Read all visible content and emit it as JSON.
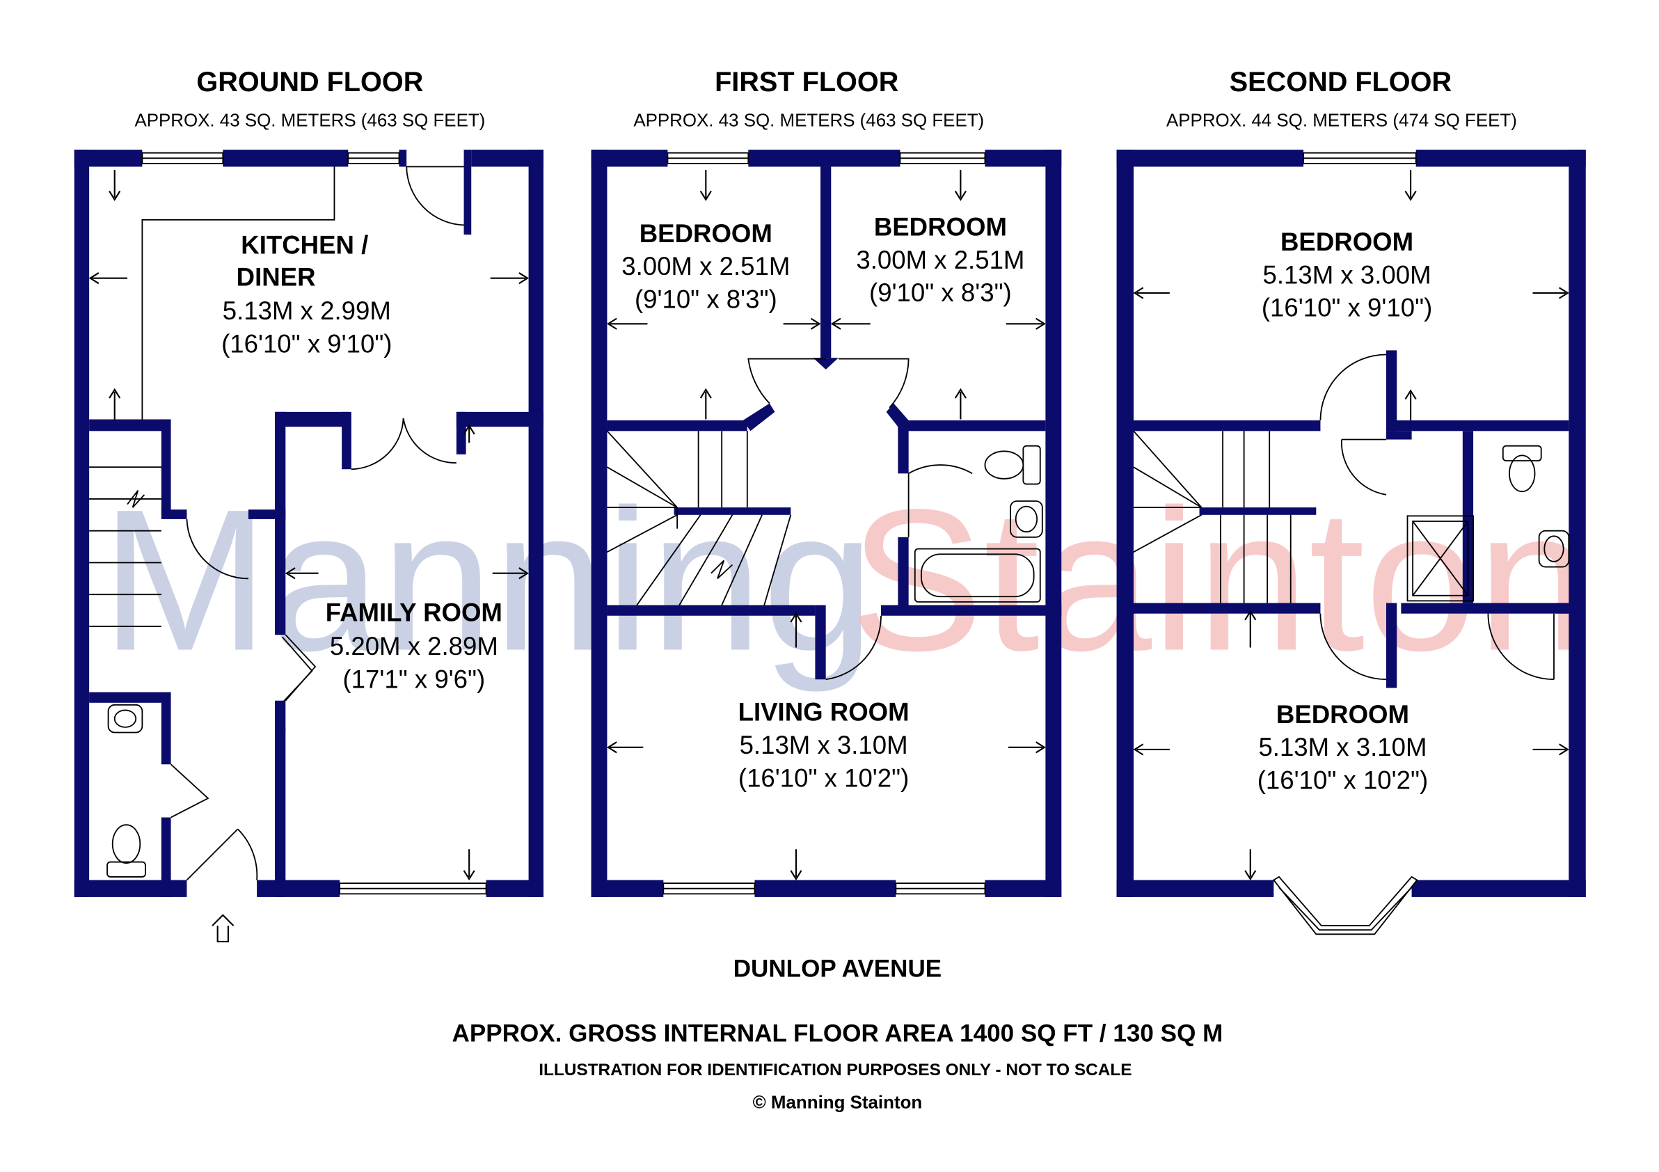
{
  "floors": [
    {
      "title": "GROUND FLOOR",
      "area": "APPROX. 43 SQ. METERS (463 SQ FEET)"
    },
    {
      "title": "FIRST FLOOR",
      "area": "APPROX. 43 SQ. METERS (463 SQ FEET)"
    },
    {
      "title": "SECOND FLOOR",
      "area": "APPROX. 44 SQ. METERS (474 SQ FEET)"
    }
  ],
  "rooms": {
    "kitchen": {
      "name_line1": "KITCHEN /",
      "name_line2": "DINER",
      "metric": "5.13M x 2.99M",
      "imperial": "(16'10\" x 9'10\")"
    },
    "family": {
      "name": "FAMILY ROOM",
      "metric": "5.20M x 2.89M",
      "imperial": "(17'1\" x 9'6\")"
    },
    "ff_bed_left": {
      "name": "BEDROOM",
      "metric": "3.00M x 2.51M",
      "imperial": "(9'10\" x 8'3\")"
    },
    "ff_bed_right": {
      "name": "BEDROOM",
      "metric": "3.00M x 2.51M",
      "imperial": "(9'10\" x 8'3\")"
    },
    "living": {
      "name": "LIVING ROOM",
      "metric": "5.13M x 3.10M",
      "imperial": "(16'10\" x 10'2\")"
    },
    "sf_bed_top": {
      "name": "BEDROOM",
      "metric": "5.13M x 3.00M",
      "imperial": "(16'10\" x 9'10\")"
    },
    "sf_bed_bottom": {
      "name": "BEDROOM",
      "metric": "5.13M x 3.10M",
      "imperial": "(16'10\" x 10'2\")"
    }
  },
  "watermark": {
    "part1": "Manning",
    "part2": "Stainton"
  },
  "footer": {
    "street": "DUNLOP AVENUE",
    "gross_area": "APPROX. GROSS INTERNAL FLOOR AREA 1400 SQ FT / 130 SQ M",
    "disclaimer": "ILLUSTRATION FOR IDENTIFICATION PURPOSES ONLY - NOT TO SCALE",
    "copyright": "© Manning Stainton"
  },
  "colors": {
    "wall": "#0b0b6b",
    "watermark_blue": "#b8c2dc",
    "watermark_red": "#f4b8b8"
  }
}
